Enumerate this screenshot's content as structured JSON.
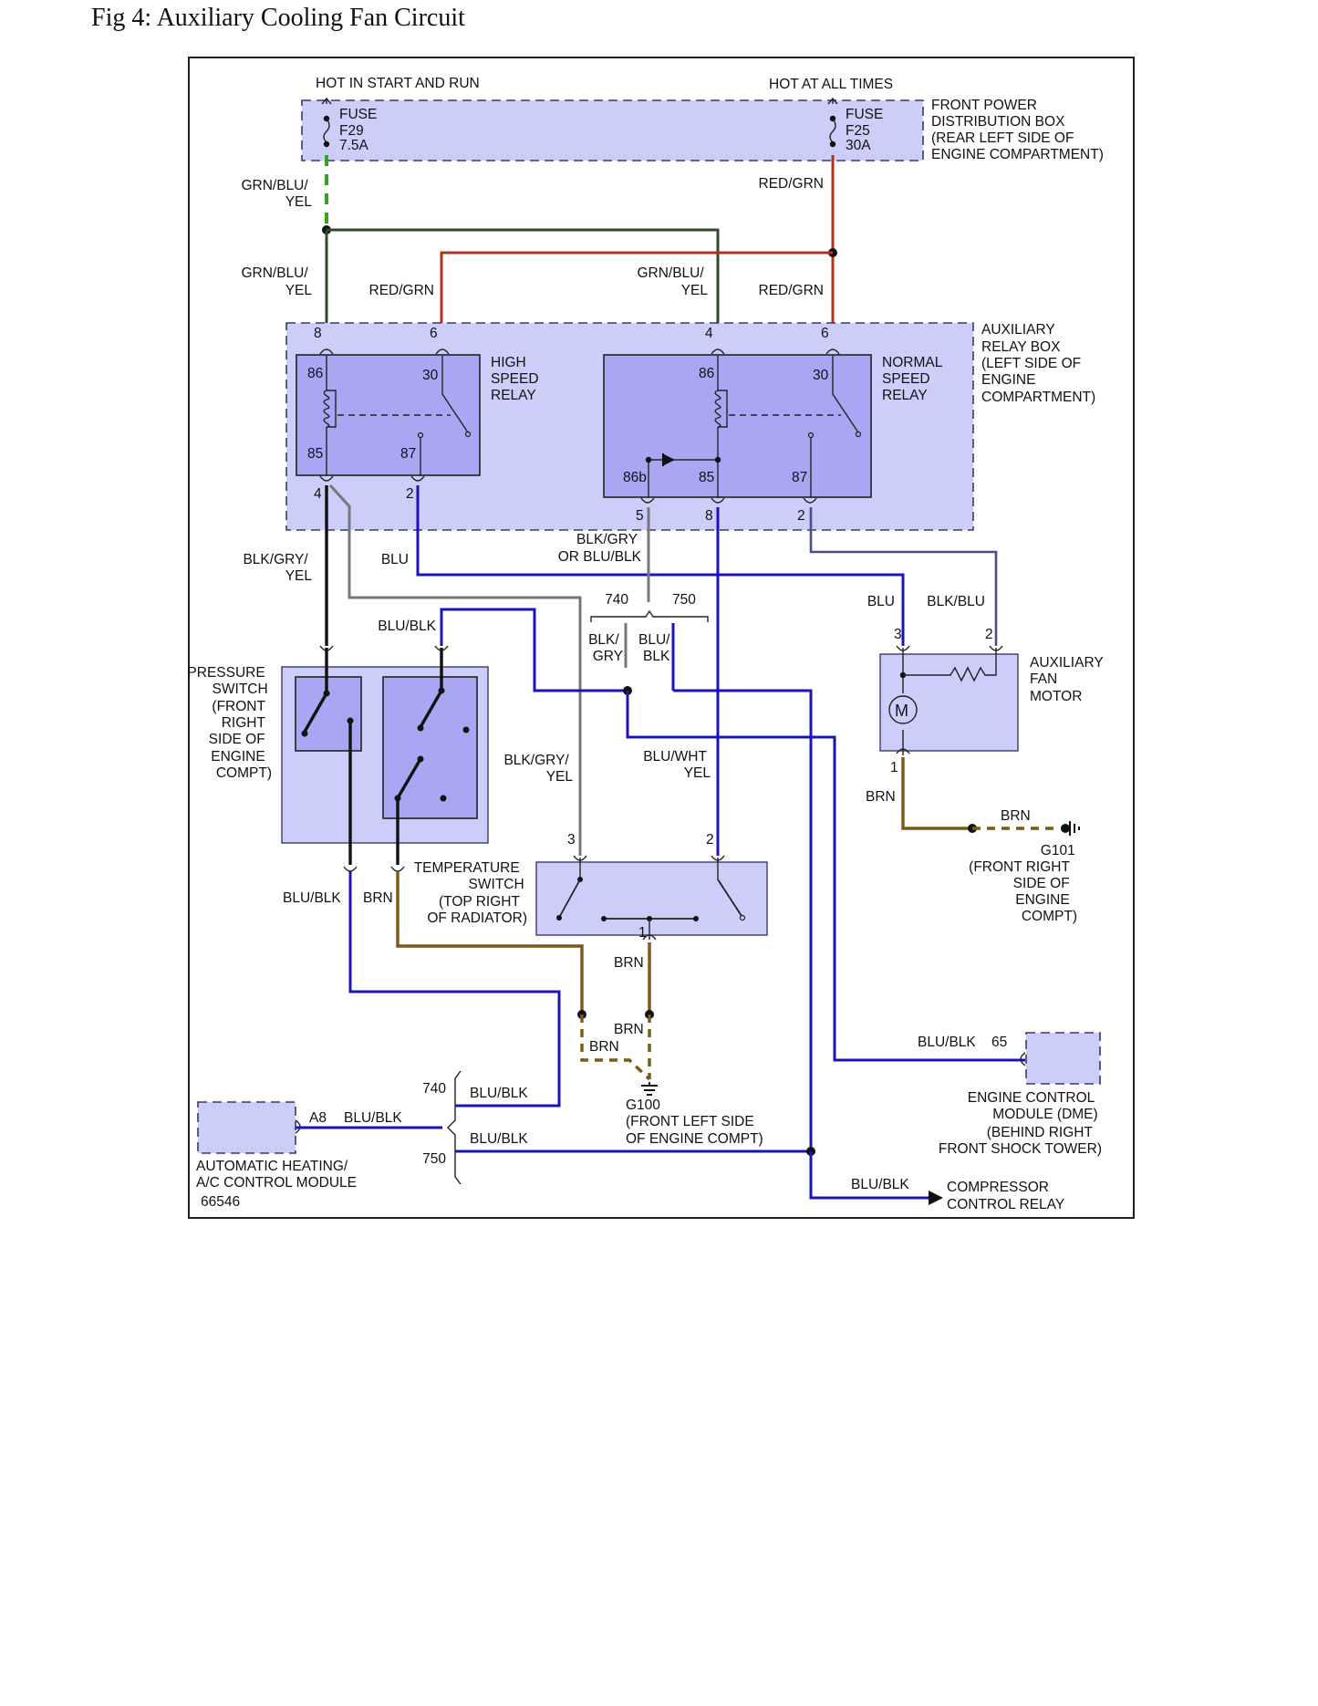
{
  "title": "Fig 4: Auxiliary Cooling Fan Circuit",
  "power": {
    "hot_start_run": "HOT IN START AND RUN",
    "hot_all_times": "HOT AT ALL TIMES",
    "fuse_f29": {
      "label": "FUSE",
      "id": "F29",
      "rating": "7.5A"
    },
    "fuse_f25": {
      "label": "FUSE",
      "id": "F25",
      "rating": "30A"
    },
    "fpdb": [
      "FRONT POWER",
      "DISTRIBUTION BOX",
      "(REAR LEFT SIDE OF",
      "ENGINE COMPARTMENT)"
    ]
  },
  "wires": {
    "grn_blu_yel_1": [
      "GRN/BLU/",
      "YEL"
    ],
    "grn_blu_yel_2": [
      "GRN/BLU/",
      "YEL"
    ],
    "grn_blu_yel_3": [
      "GRN/BLU/",
      "YEL"
    ],
    "red_grn_1": "RED/GRN",
    "red_grn_2": "RED/GRN",
    "red_grn_3": "RED/GRN",
    "blk_gry_yel_1": [
      "BLK/GRY/",
      "YEL"
    ],
    "blu_1": "BLU",
    "blk_gry_or": [
      "BLK/GRY",
      "OR BLU/BLK"
    ],
    "splice_740": "740",
    "splice_750": "750",
    "blk_gry_short": [
      "BLK/",
      "GRY"
    ],
    "blu_blk_short": [
      "BLU/",
      "BLK"
    ],
    "blu_2": "BLU",
    "blk_blu": "BLK/BLU",
    "blu_blk_1": "BLU/BLK",
    "blk_gry_yel_2": [
      "BLK/GRY/",
      "YEL"
    ],
    "blu_wht_yel": [
      "BLU/WHT",
      "YEL"
    ],
    "brn_1": "BRN",
    "brn_2": "BRN",
    "blu_blk_2": "BLU/BLK",
    "brn_3": "BRN",
    "brn_4": "BRN",
    "brn_5": "BRN",
    "brn_6": "BRN",
    "blu_blk_3": "BLU/BLK",
    "blu_blk_4": "BLU/BLK",
    "blu_blk_5": "BLU/BLK",
    "blu_blk_6": "BLU/BLK",
    "blu_blk_7": "BLU/BLK"
  },
  "relay_box": {
    "label": [
      "AUXILIARY",
      "RELAY BOX",
      "(LEFT SIDE OF",
      "ENGINE",
      "COMPARTMENT)"
    ],
    "high": {
      "label": [
        "HIGH",
        "SPEED",
        "RELAY"
      ],
      "pins": {
        "p86": "86",
        "p30": "30",
        "p85": "85",
        "p87": "87"
      },
      "conn": {
        "c8": "8",
        "c6": "6",
        "c4": "4",
        "c2": "2"
      }
    },
    "normal": {
      "label": [
        "NORMAL",
        "SPEED",
        "RELAY"
      ],
      "pins": {
        "p86": "86",
        "p30": "30",
        "p86b": "86b",
        "p85": "85",
        "p87": "87"
      },
      "conn": {
        "c4": "4",
        "c6": "6",
        "c5": "5",
        "c8": "8",
        "c2": "2"
      }
    }
  },
  "pressure_switch": {
    "label": [
      "PRESSURE",
      "SWITCH",
      "(FRONT",
      "RIGHT",
      "SIDE OF",
      "ENGINE",
      "COMPT)"
    ]
  },
  "temp_switch": {
    "label": [
      "TEMPERATURE",
      "SWITCH",
      "(TOP RIGHT",
      "OF RADIATOR)"
    ],
    "pins": {
      "p3": "3",
      "p2": "2",
      "p1": "1"
    }
  },
  "fan_motor": {
    "label": [
      "AUXILIARY",
      "FAN",
      "MOTOR"
    ],
    "motor_symbol": "M",
    "pins": {
      "p3": "3",
      "p2": "2",
      "p1": "1"
    }
  },
  "grounds": {
    "g101": [
      "G101",
      "(FRONT RIGHT",
      "SIDE OF",
      "ENGINE",
      "COMPT)"
    ],
    "g100": [
      "G100",
      "(FRONT LEFT SIDE",
      "OF ENGINE COMPT)"
    ]
  },
  "ecm": {
    "pin": "65",
    "label": [
      "ENGINE CONTROL",
      "MODULE (DME)",
      "(BEHIND RIGHT",
      "FRONT SHOCK TOWER)"
    ]
  },
  "hvac": {
    "pin": "A8",
    "label": [
      "AUTOMATIC HEATING/",
      "A/C CONTROL MODULE"
    ],
    "number": "66546"
  },
  "bottom_splice": {
    "s740": "740",
    "s750": "750"
  },
  "compressor": [
    "COMPRESSOR",
    "CONTROL RELAY"
  ]
}
